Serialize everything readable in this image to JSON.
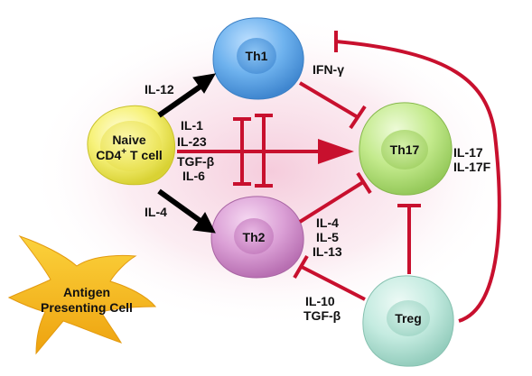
{
  "cells": {
    "naive": {
      "line1": "Naive",
      "line2": "CD4",
      "sup": "+",
      "line2b": " T cell"
    },
    "th1": {
      "label": "Th1"
    },
    "th2": {
      "label": "Th2"
    },
    "th17": {
      "label": "Th17"
    },
    "treg": {
      "label": "Treg"
    },
    "apc": {
      "line1": "Antigen",
      "line2": "Presenting Cell"
    }
  },
  "labels": {
    "il12": "IL-12",
    "il4_left": "IL-4",
    "ifng": "IFN-γ",
    "center": [
      "IL-1",
      "IL-23",
      "TGF-β",
      "IL-6"
    ],
    "th17_products": [
      "IL-17",
      "IL-17F"
    ],
    "th2_products": [
      "IL-4",
      "IL-5",
      "IL-13"
    ],
    "treg_products": [
      "IL-10",
      "TGF-β"
    ]
  },
  "colors": {
    "inhibit_red": "#c8102e",
    "activate_black": "#000000",
    "naive_fill": "#f5f26a",
    "th1_fill": "#5fa8e8",
    "th2_fill": "#d68fd0",
    "th17_fill": "#b9e57a",
    "treg_fill": "#b9e6da",
    "apc_fill": "#f4b41a",
    "glow": "#f7d7e4"
  }
}
